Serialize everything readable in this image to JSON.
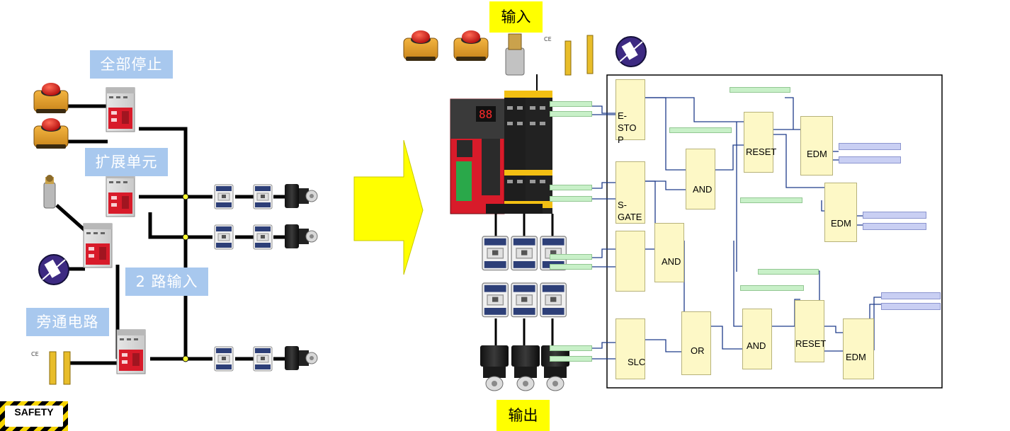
{
  "left_panel": {
    "label_stop_all": "全部停止",
    "label_expansion": "扩展单元",
    "label_two_input": "2 路输入",
    "label_bypass": "旁通电路",
    "safety_badge": "SAFETY",
    "ce_mark": "CE"
  },
  "right_panel": {
    "label_input": "输入",
    "label_output": "输出",
    "ce_mark": "CE"
  },
  "logic_blocks": {
    "estop": "E-\nSTO\nP",
    "sgate": "S-GATE",
    "slc": "SLC",
    "and1": "AND",
    "and2": "AND",
    "and3": "AND",
    "or": "OR",
    "reset1": "RESET",
    "reset2": "RESET",
    "edm1": "EDM",
    "edm2": "EDM",
    "edm3": "EDM"
  },
  "colors": {
    "label_blue": "#a8c8ee",
    "label_yellow": "#ffff00",
    "arrow": "#ffff00",
    "block_fill": "#fdf8c6",
    "wire_blue": "#1f3c8a"
  },
  "icons": [
    "emergency-stop-button-icon",
    "safety-relay-icon",
    "contactor-icon",
    "servo-motor-icon",
    "limit-switch-icon",
    "key-switch-icon",
    "light-curtain-icon",
    "safety-controller-icon"
  ]
}
